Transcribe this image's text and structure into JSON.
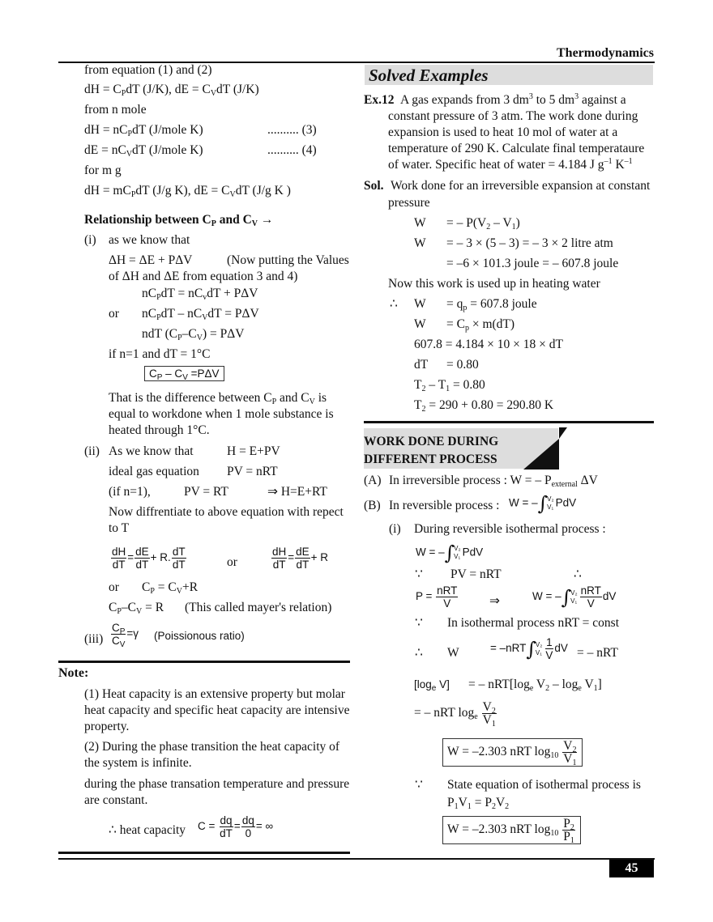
{
  "header": {
    "chapter": "Thermodynamics"
  },
  "footer": {
    "page_number": "45"
  },
  "left": {
    "l1": "from equation (1) and (2)",
    "l2a": "dH = C",
    "l2b": "P",
    "l2c": "dT (J/K), dE = C",
    "l2d": "V",
    "l2e": "dT (J/K)",
    "l3": "from n mole",
    "l4a": "dH = nC",
    "l4b": "P",
    "l4c": "dT (J/mole K)",
    "l4r": ".......... (3)",
    "l5a": "dE = nC",
    "l5b": "V",
    "l5c": "dT (J/mole K)",
    "l5r": ".......... (4)",
    "l6": "for m g",
    "l7a": "dH = mC",
    "l7b": "P",
    "l7c": "dT (J/g K), dE = C",
    "l7d": "V",
    "l7e": "dT (J/g K )",
    "rel_heading_a": "Relationship between C",
    "rel_heading_b": "P",
    "rel_heading_c": " and C",
    "rel_heading_d": "V",
    "rel_heading_e": " →",
    "i_label": "(i)",
    "i_text": "as we know that",
    "dh_eq": "ΔH = ΔE + PΔV",
    "dh_note": "(Now putting the Values",
    "dh_note2": "of ΔH and ΔE from equation 3 and 4)",
    "e1a": "nC",
    "e1b": "P",
    "e1c": "dT = nC",
    "e1d": "v",
    "e1e": "dT + PΔV",
    "or1": "or",
    "e2a": "nC",
    "e2b": "P",
    "e2c": "dT  – nC",
    "e2d": "V",
    "e2e": "dT = PΔV",
    "e3a": "ndT (C",
    "e3b": "P",
    "e3c": "–C",
    "e3d": "V",
    "e3e": ") = PΔV",
    "cond": "if n=1 and dT = 1°C",
    "box1a": "C",
    "box1b": "P",
    "box1c": " – C",
    "box1d": "V",
    "box1e": " =PΔV",
    "diff_a": "That is the difference between C",
    "diff_b": "P",
    "diff_c": " and C",
    "diff_d": "V",
    "diff_e": " is",
    "diff2": "equal to workdone when 1 mole substance is",
    "diff3": "heated through 1°C.",
    "ii_label": "(ii)",
    "ii_text": "As we know that",
    "ii_eq": "H = E+PV",
    "ideal": "ideal gas equation",
    "ideal_eq": "PV = nRT",
    "ifn": "(if n=1),",
    "ifn_eq": "PV = RT",
    "ifn_res": "⇒ H=E+RT",
    "diff_wrt": "Now diffrentiate to above equation with repect",
    "diff_wrt2": "to T",
    "f_dH": "dH",
    "f_dT": "dT",
    "f_dE": "dE",
    "f_plusR": "+ R.",
    "f_or": "or",
    "f_plusR2": "+ R",
    "f_eq": "=",
    "or2": "or",
    "cp_eq_a": "C",
    "cp_eq_b": "P",
    "cp_eq_c": " = C",
    "cp_eq_d": "V",
    "cp_eq_e": "+R",
    "mayer_a": "C",
    "mayer_b": "P",
    "mayer_c": "–C",
    "mayer_d": "V",
    "mayer_e": " = R",
    "mayer_note": "(This called mayer's relation)",
    "iii_label": "(iii)",
    "iii_num": "C",
    "iii_num_sub": "P",
    "iii_den": "C",
    "iii_den_sub": "V",
    "iii_eq": "=γ",
    "iii_note": "(Poissionous ratio)",
    "note_heading": "Note:",
    "n1a": "(1)   Heat capacity is an extensive property but molar",
    "n1b": "heat capacity and specific heat capacity are intensive",
    "n1c": "property.",
    "n2a": "(2)   During the phase transition the heat capacity of",
    "n2b": "the system is infinite.",
    "n3a": "during the phase transation temperature and pressure",
    "n3b": "are constant.",
    "hc_a": "∴ heat capacity",
    "hc_c": "C =",
    "hc_dq": "dq",
    "hc_dT": "dT",
    "hc_0": "0",
    "hc_inf": "= ∞",
    "hc_eq": "="
  },
  "right": {
    "solved_title": "Solved Examples",
    "ex_label": "Ex.12",
    "ex1a": " A gas expands from 3 dm",
    "ex1b": "3",
    "ex1c": " to 5 dm",
    "ex1d": "3",
    "ex1e": " against a",
    "ex2": "constant pressure of 3 atm. The work done during",
    "ex3": "expansion is used to heat 10 mol of water at a",
    "ex4": "temperature of 290 K. Calculate final temperataure",
    "ex5a": "of water. Specific heat of water = 4.184 J g",
    "ex5b": "–1",
    "ex5c": " K",
    "ex5d": "–1",
    "sol_label": "Sol.",
    "sol1": " Work done for an irreversible expansion at constant",
    "sol2": "pressure",
    "w": "W",
    "s1a": "= – P(V",
    "s1b": "2",
    "s1c": " – V",
    "s1d": "1",
    "s1e": ")",
    "s2": "= – 3 ×  (5 – 3) = – 3 ×  2 litre atm",
    "s3": "= –6 × 101.3 joule = – 607.8 joule",
    "s4": "Now this work is used up in heating water",
    "therefore": "∴",
    "s5a": "= q",
    "s5b": "p",
    "s5c": " = 607.8 joule",
    "s6a": "= C",
    "s6b": "p",
    "s6c": " ×  m(dT)",
    "s7": "607.8 = 4.184 × 10 ×  18 ×  dT",
    "s8a": "dT",
    "s8b": "= 0.80",
    "s9a": "T",
    "s9b": "2",
    "s9c": " – T",
    "s9d": "1",
    "s9e": " = 0.80",
    "s10a": "T",
    "s10b": "2",
    "s10c": " = 290 + 0.80 = 290.80 K",
    "work_heading1": "WORK DONE DURING",
    "work_heading2": "DIFFERENT PROCESS",
    "A_label": "(A)",
    "A_text": "In irreversible process : W = – P",
    "A_sub": "external",
    "A_end": " ΔV",
    "B_label": "(B)",
    "B_text": "In reversible process :",
    "W_eq_minus": "W = –",
    "int_sym": "∫",
    "V2": "V₂",
    "V1": "V₁",
    "PdV": "PdV",
    "Bi_label": "(i)",
    "Bi_text": "During reversible isothermal process :",
    "because": "∵",
    "pv_nrt": "PV = nRT",
    "P_eq": "P =",
    "nRT": "nRT",
    "V": "V",
    "implies": "⇒",
    "dV": "dV",
    "iso_const": "In isothermal process  nRT = const",
    "W_label": "W",
    "nrt_int": "= –nRT",
    "one": "1",
    "eq_nrt": "= – nRT",
    "log_bracket_a": "[log",
    "log_e": "e",
    "log_bracket_b": " V]",
    "log_rhs_a": "= – nRT[log",
    "log_rhs_b": " V",
    "log_rhs_c": "2",
    "log_rhs_d": " – log",
    "log_rhs_e": " V",
    "log_rhs_f": "1",
    "log_rhs_g": "]",
    "ln_a": "= – nRT log",
    "V2b": "V",
    "sub2": "2",
    "sub1": "1",
    "box_w": "W = –2.303 nRT log",
    "box_10": "10",
    "state_text": "State equation of isothermal process is",
    "p1v1a": "P",
    "p1v1b": "1",
    "p1v1c": "V",
    "p1v1d": "1",
    "p1v1e": " = P",
    "p1v1f": "2",
    "p1v1g": "V",
    "p1v1h": "2",
    "P2": "P",
    "P1": "P"
  },
  "colors": {
    "band_gray": "#dddddd",
    "rule": "#111111",
    "page_box": "#000000"
  }
}
